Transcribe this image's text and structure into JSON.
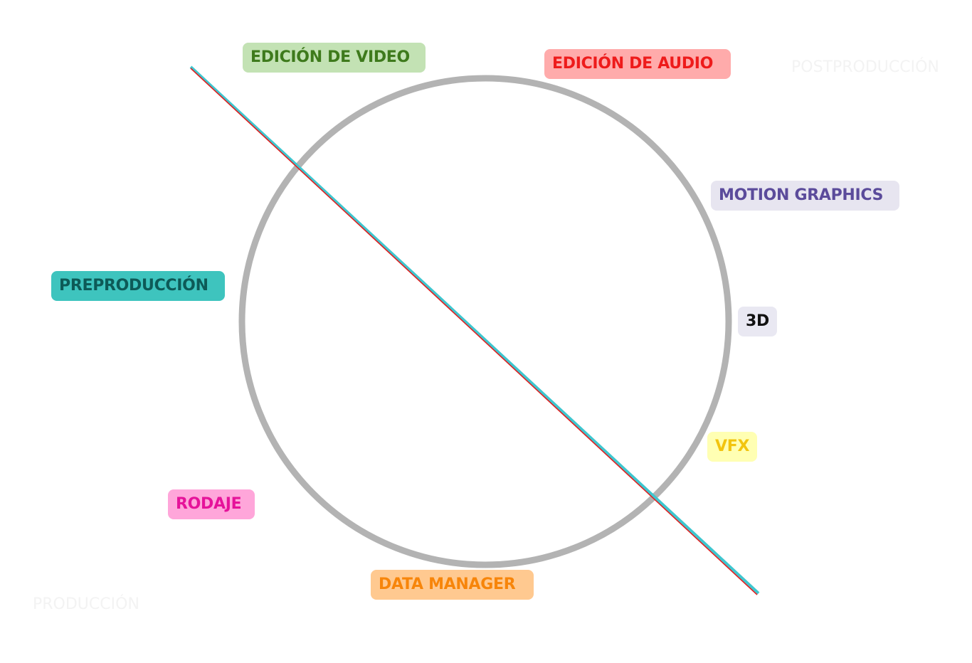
{
  "labels": {
    "edicion_video": "EDICIÓN DE VIDEO",
    "edicion_audio": "EDICIÓN DE AUDIO",
    "motion_graphics": "MOTION GRAPHICS",
    "preproduccion": "PREPRODUCCIÓN",
    "three_d": "3D",
    "vfx": "VFX",
    "rodaje": "RODAJE",
    "data_manager": "DATA MANAGER",
    "postproduccion": "POSTPRODUCCIÓN",
    "produccion": "PRODUCCIÓN"
  },
  "colors": {
    "circle": "#b3b3b3",
    "divider_primary": "#e02020",
    "divider_secondary": "#3ec6cf",
    "edicion_video_bg": "#c3e2b4",
    "edicion_video_text": "#3e7a1c",
    "edicion_audio_bg": "#ffabab",
    "edicion_audio_text": "#ee1b1b",
    "motion_graphics_bg": "#e7e5f0",
    "motion_graphics_text": "#5b4b9b",
    "preproduccion_bg": "#3ec4be",
    "preproduccion_text": "#0d5a57",
    "three_d_bg": "#e9e8f2",
    "three_d_text": "#111111",
    "vfx_bg": "#ffffb3",
    "vfx_text": "#f2c40f",
    "rodaje_bg": "#ffa6da",
    "rodaje_text": "#e6139a",
    "data_manager_bg": "#ffc990",
    "data_manager_text": "#f7850a"
  }
}
